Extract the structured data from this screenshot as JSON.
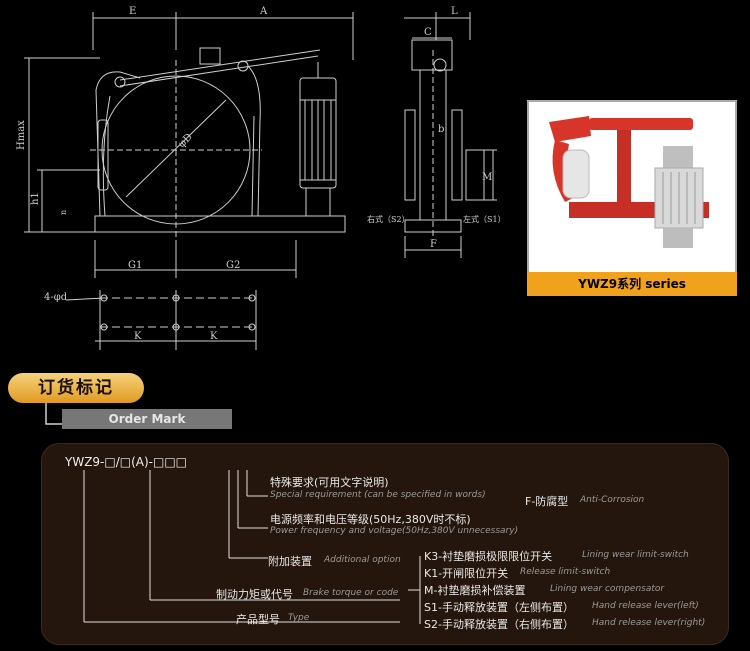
{
  "drawing_labels": {
    "dim_E": "E",
    "dim_A": "A",
    "dim_L": "L",
    "dim_C": "C",
    "dim_b": "b",
    "dim_hmax": "Hmax",
    "dim_h1": "h1",
    "dim_n": "n",
    "dim_phiD": "φD",
    "dim_G1": "G1",
    "dim_G2": "G2",
    "dim_K1": "K",
    "dim_K2": "K",
    "dim_4phid": "4-φd",
    "dim_M": "M",
    "dim_F": "F",
    "right_type": "右式（S2）",
    "left_type": "左式（S1）"
  },
  "product": {
    "series_label": "YWZ9系列 series"
  },
  "order_mark": {
    "title_cn": "订货标记",
    "title_en": "Order Mark",
    "code": "YWZ9-□/□(A)-□□□",
    "fields": {
      "special_cn": "特殊要求(可用文字说明)",
      "special_en": "Special  requirement (can  be specified  in words)",
      "power_cn": "电源频率和电压等级(50Hz,380V时不标)",
      "power_en": "Power frequency  and voltage(50Hz,380V unnecessary)",
      "option_cn": "附加装置",
      "option_en": "Additional  option",
      "torque_cn": "制动力矩或代号",
      "torque_en": "Brake torque or code",
      "type_cn": "产品型号",
      "type_en": "Type"
    },
    "options": [
      {
        "cn": "F-防腐型",
        "en": "Anti-Corrosion"
      },
      {
        "cn": "K3-衬垫磨损极限限位开关",
        "en": "Lining wear limit-switch"
      },
      {
        "cn": "K1-开闸限位开关",
        "en": "Release limit-switch"
      },
      {
        "cn": "M-衬垫磨损补偿装置",
        "en": "Lining wear compensator"
      },
      {
        "cn": "S1-手动释放装置（左侧布置）",
        "en": "Hand release  lever(left)"
      },
      {
        "cn": "S2-手动释放装置（右侧布置）",
        "en": "Hand release  lever(right)"
      }
    ]
  }
}
